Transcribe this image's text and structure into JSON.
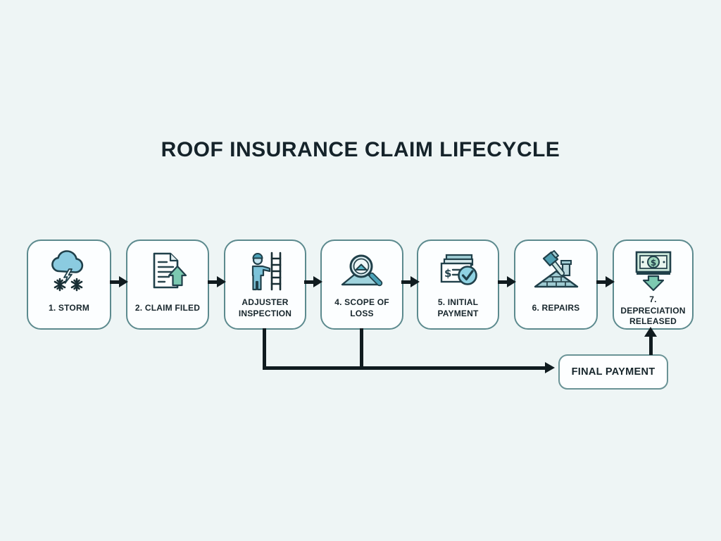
{
  "title": "ROOF INSURANCE CLAIM LIFECYCLE",
  "steps": [
    {
      "label": "1. STORM",
      "icon": "storm-snow-cloud-icon"
    },
    {
      "label": "2. CLAIM FILED",
      "icon": "claim-document-upload-icon"
    },
    {
      "label": "ADJUSTER INSPECTION",
      "icon": "adjuster-ladder-icon"
    },
    {
      "label": "4. SCOPE OF LOSS",
      "icon": "magnifier-roof-icon"
    },
    {
      "label": "5. INITIAL PAYMENT",
      "icon": "payment-check-approved-icon"
    },
    {
      "label": "6. REPAIRS",
      "icon": "hammer-roof-repair-icon"
    },
    {
      "label": "7. DEPRECIATION RELEASED",
      "icon": "cash-released-down-arrow-icon"
    }
  ],
  "final_payment": {
    "label": "FINAL PAYMENT"
  },
  "colors": {
    "background": "#eef5f5",
    "box_fill": "#fcfeff",
    "box_border": "#5c8a8e",
    "text": "#17262c",
    "connector": "#101b1f",
    "icon_light_blue": "#8bcbe0",
    "icon_teal": "#4ba2b8",
    "icon_green_arrow": "#7cc9b1",
    "icon_pale_green": "#cde9db",
    "icon_outline": "#20404a"
  }
}
